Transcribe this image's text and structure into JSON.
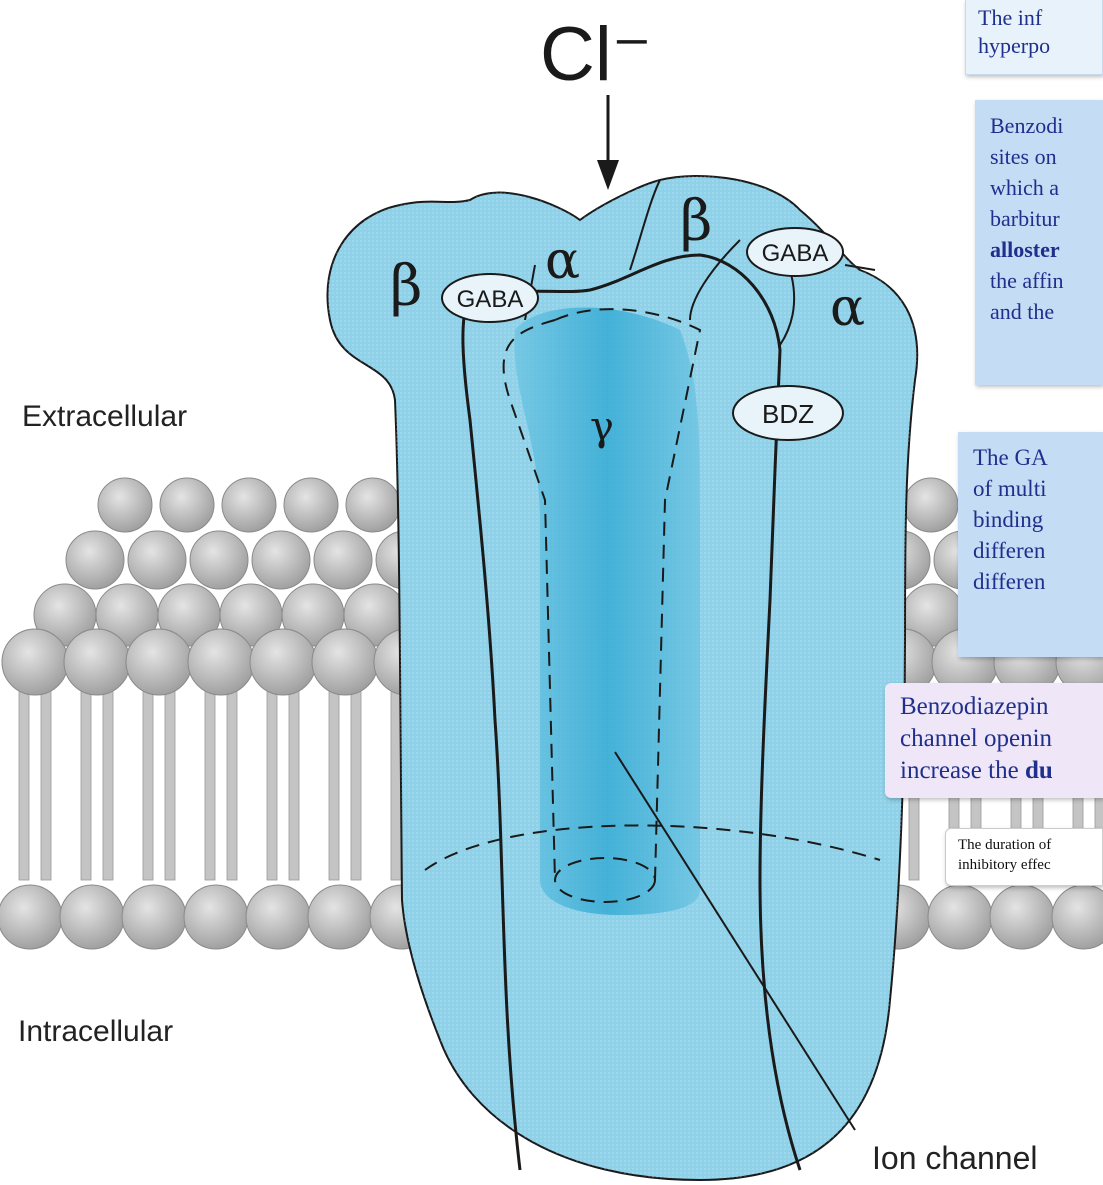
{
  "colors": {
    "receptor_fill": "#8fd1e8",
    "pore_fill": "#3fb0d6",
    "note_blue_light": "#e8f2fb",
    "note_blue": "#c5dcf5",
    "note_purple": "#efe6f7",
    "membrane_head": "#bdbdbd",
    "text_blue": "#1f2f8c"
  },
  "diagram": {
    "ion_label": "Cl⁻",
    "extracellular_label": "Extracellular",
    "intracellular_label": "Intracellular",
    "ion_channel_label": "Ion channel",
    "subunits": {
      "beta_left": "β",
      "beta_right": "β",
      "alpha_left": "α",
      "alpha_right": "α",
      "gamma": "γ"
    },
    "sites": {
      "gaba_left": "GABA",
      "gaba_right": "GABA",
      "bdz": "BDZ"
    }
  },
  "notes": {
    "note1": {
      "line1": "The inf",
      "line2": "hyperpo"
    },
    "note2": {
      "line1": "Benzodi",
      "line2": "sites on",
      "line3": "which a",
      "line4": "barbitur",
      "line5_bold": "alloster",
      "line6": "the affin",
      "line7": "and the"
    },
    "note3": {
      "line1": "The GA",
      "line2": "of multi",
      "line3": "binding",
      "line4": "differen",
      "line5": "differen"
    },
    "note4": {
      "line1": "Benzodiazepin",
      "line2": "channel openin",
      "line3_prefix": "increase the ",
      "line3_bold": "du"
    },
    "note5": {
      "line1": "The duration of",
      "line2": "inhibitory effec"
    }
  }
}
